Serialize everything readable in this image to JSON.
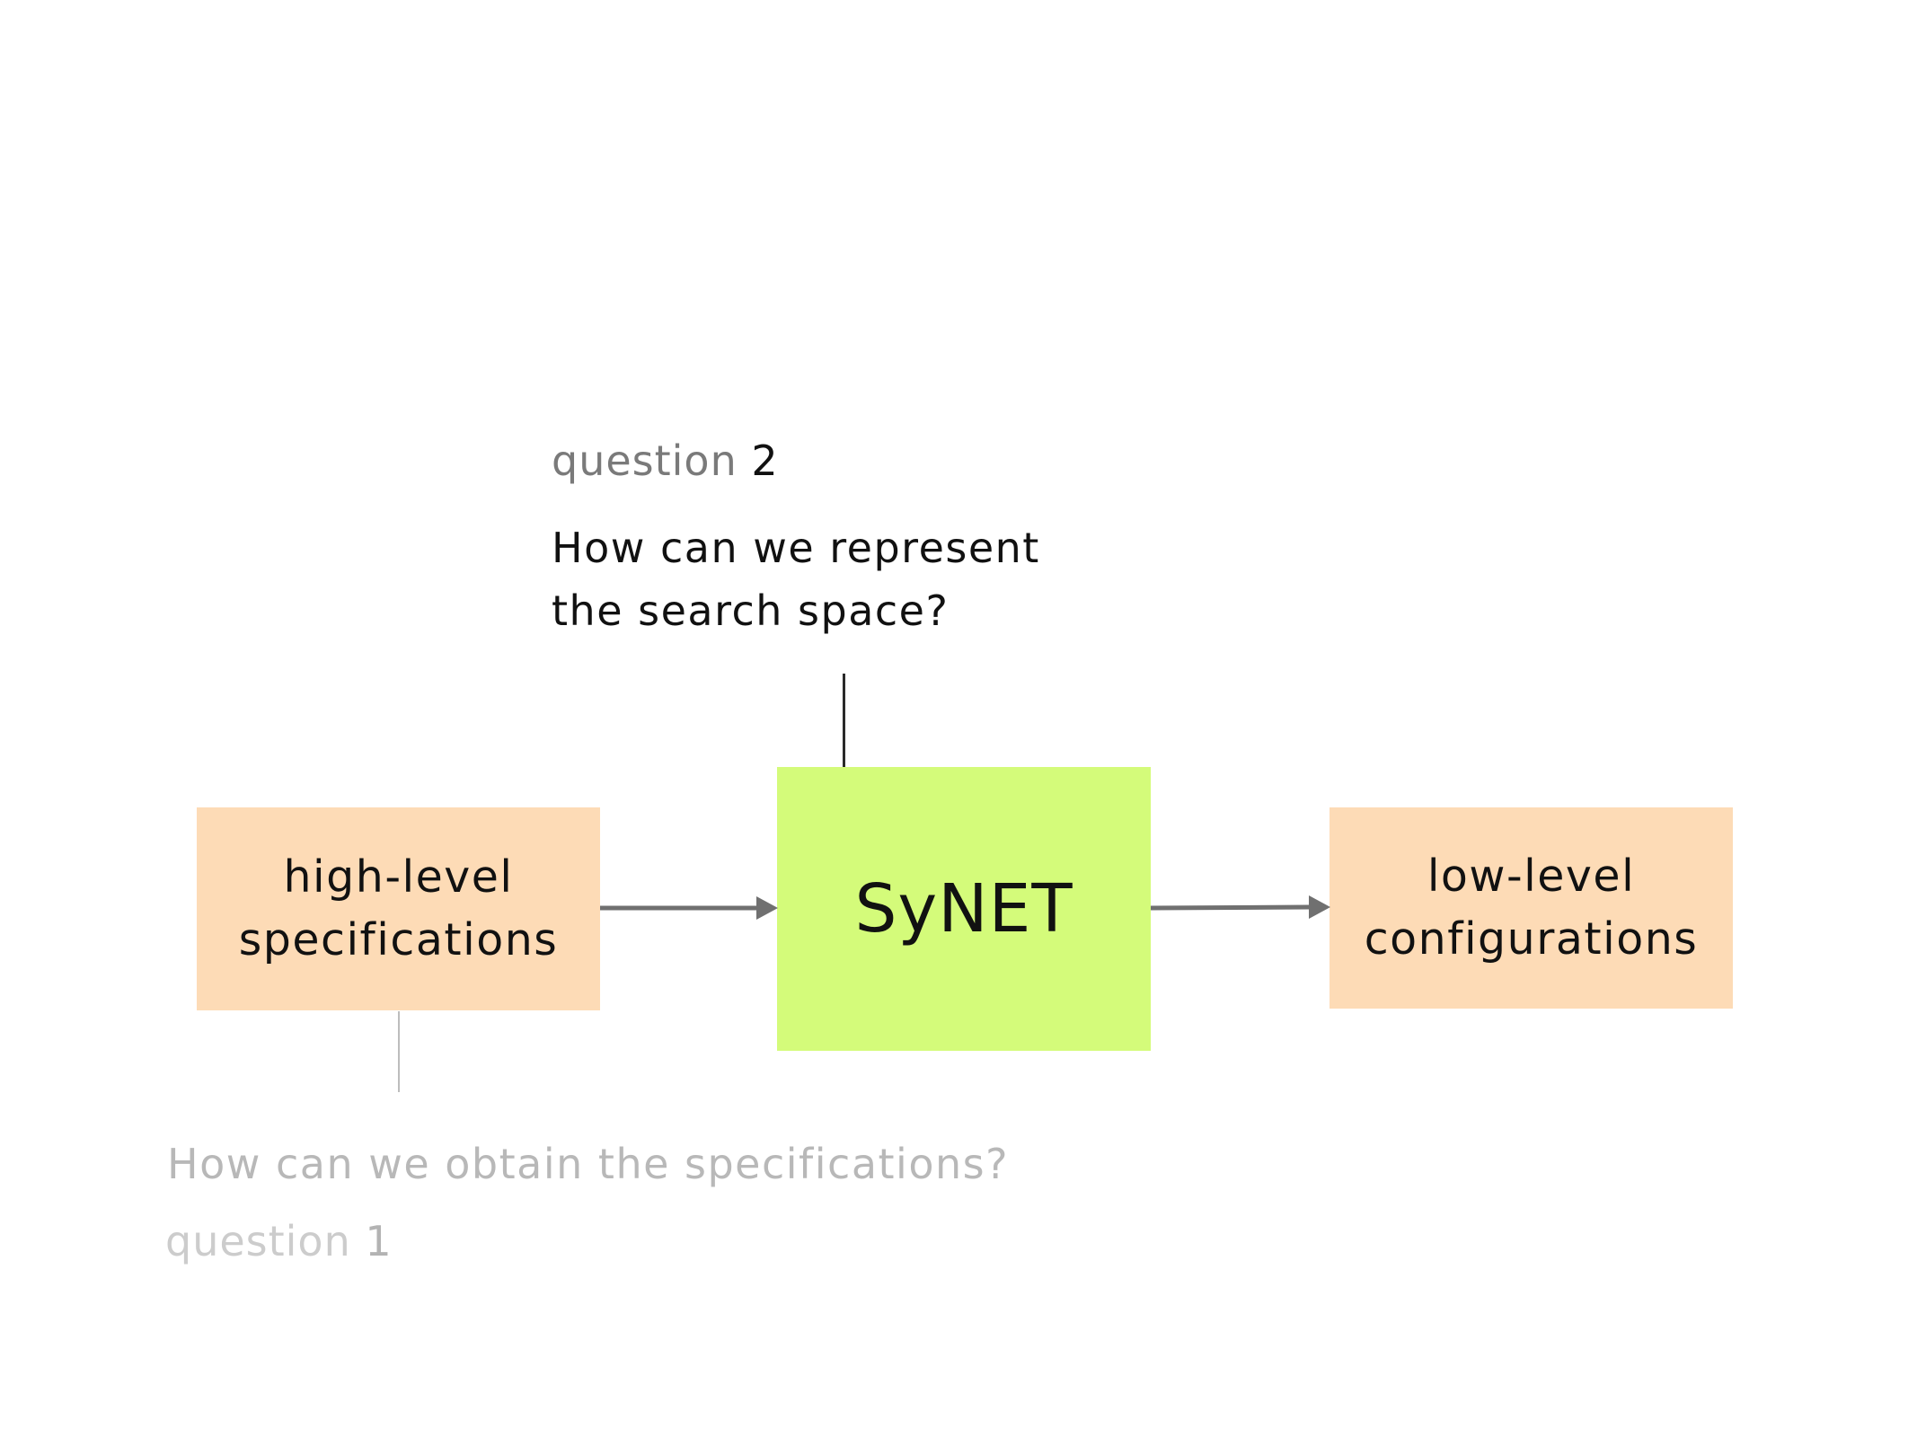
{
  "question2": {
    "label_word": "question",
    "label_number": "2",
    "lines": [
      "How can we represent",
      "the search space?"
    ]
  },
  "boxes": {
    "input": {
      "lines": [
        "high-level",
        "specifications"
      ],
      "color": "#fddbb6"
    },
    "center": {
      "label": "SyNET",
      "color": "#d4fb7a"
    },
    "output": {
      "lines": [
        "low-level",
        "configurations"
      ],
      "color": "#fddbb6"
    }
  },
  "question1": {
    "text": "How can we obtain the specifications?",
    "label_word": "question",
    "label_number": "1"
  },
  "colors": {
    "arrow": "#707070",
    "text": "#111111",
    "muted_text": "#b8b8b8"
  }
}
